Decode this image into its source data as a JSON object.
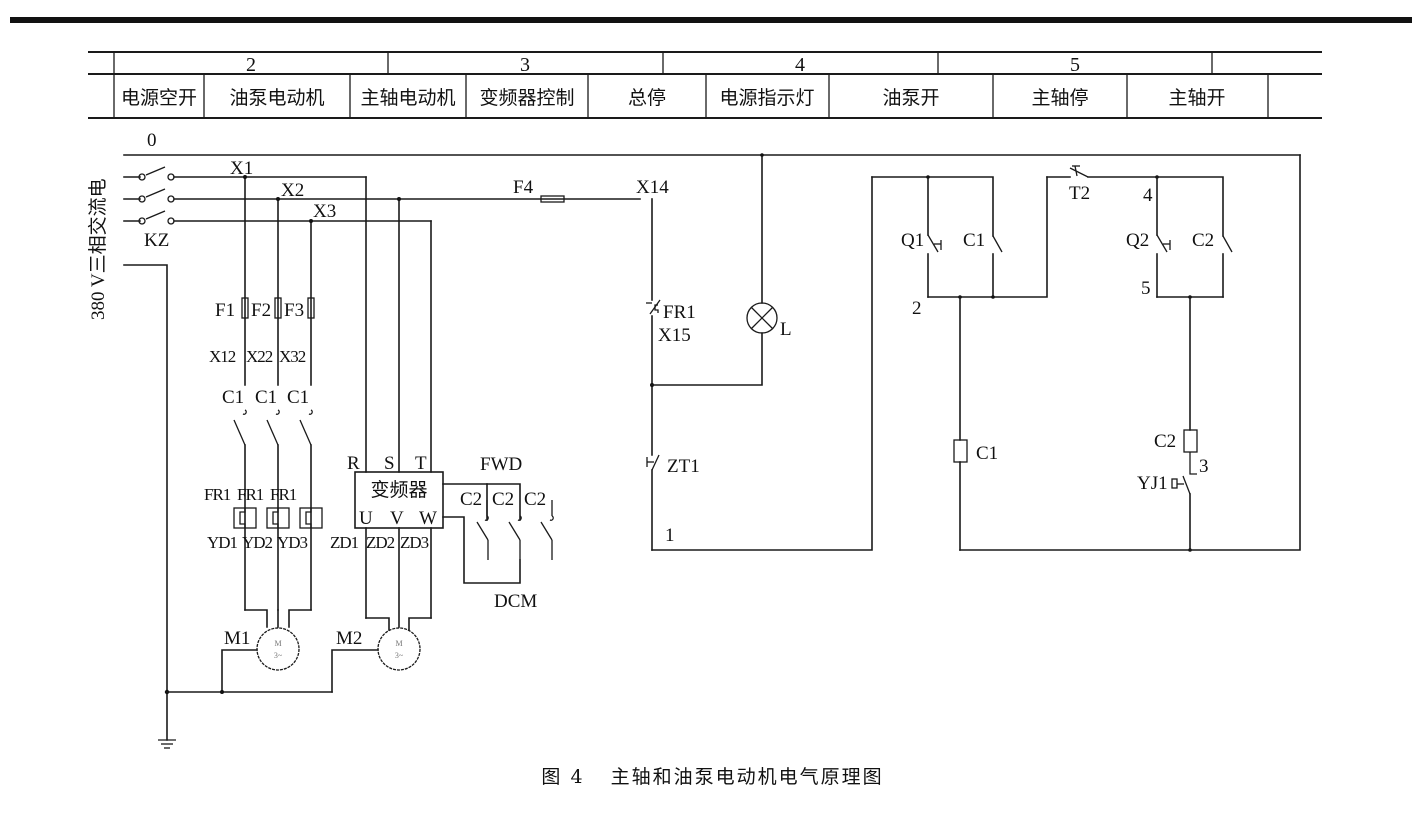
{
  "figure": {
    "caption_number": "图 4",
    "caption_text": "主轴和油泵电动机电气原理图"
  },
  "header_table": {
    "zone_numbers": [
      "2",
      "3",
      "4",
      "5"
    ],
    "sections": [
      "电源空开",
      "油泵电动机",
      "主轴电动机",
      "变频器控制",
      "总停",
      "电源指示灯",
      "油泵开",
      "主轴停",
      "主轴开"
    ]
  },
  "power_supply": {
    "side_label": "380 V三相交流电",
    "neutral_label": "0",
    "breaker_label": "KZ",
    "phase_labels": [
      "X1",
      "X2",
      "X3"
    ]
  },
  "oil_pump_motor_circuit": {
    "fuses": [
      "F1",
      "F2",
      "F3"
    ],
    "terminals": [
      "X12",
      "X22",
      "X32"
    ],
    "contactor_contacts": [
      "C1",
      "C1",
      "C1"
    ],
    "thermal_relays": [
      "FR1",
      "FR1",
      "FR1"
    ],
    "outputs": [
      "YD1",
      "YD2",
      "YD3"
    ],
    "motor_label": "M1",
    "motor_glyph": "M",
    "motor_phase": "3~"
  },
  "spindle_motor_circuit": {
    "vfd_label": "变频器",
    "vfd_inputs": [
      "R",
      "S",
      "T"
    ],
    "vfd_outputs": [
      "U",
      "V",
      "W"
    ],
    "outputs": [
      "ZD1",
      "ZD2",
      "ZD3"
    ],
    "motor_label": "M2",
    "motor_glyph": "M",
    "motor_phase": "3~"
  },
  "vfd_control": {
    "fwd_label": "FWD",
    "dcm_label": "DCM",
    "contacts": [
      "C2",
      "C2",
      "C2"
    ]
  },
  "control_circuit": {
    "fuse_label": "F4",
    "terminal_in": "X14",
    "thermal_contact": "FR1",
    "terminal_out": "X15",
    "lamp_label": "L",
    "emergency_stop": "ZT1",
    "node_1": "1",
    "oil_pump_start_button": "Q1",
    "oil_pump_hold_contact": "C1",
    "node_2": "2",
    "oil_pump_coil": "C1",
    "spindle_stop_button": "T2",
    "node_4": "4",
    "spindle_start_button": "Q2",
    "spindle_hold_contact": "C2",
    "node_5": "5",
    "spindle_coil": "C2",
    "node_3": "3",
    "pressure_relay": "YJ1"
  }
}
